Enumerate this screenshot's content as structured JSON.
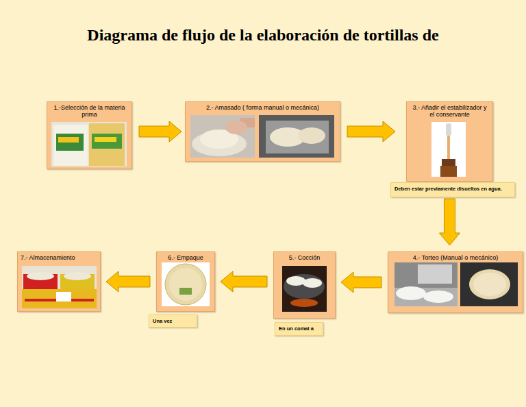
{
  "diagram": {
    "title": "Diagrama de flujo de la elaboración de tortillas de",
    "nodes": [
      {
        "text": [
          "1.-Selección de la materia prima"
        ]
      },
      {
        "text": [
          "2.- Amasado ( forma manual o mecánica)"
        ]
      },
      {
        "text": [
          "3.- Añadir el estabilizador y el conservante"
        ]
      },
      {
        "text": [
          "Deben estar previamente disueltos en agua."
        ]
      },
      {
        "text": [
          "4.- Torteo (Manual o mecánico)"
        ]
      },
      {
        "text": [
          "5.- Cocción"
        ]
      },
      {
        "text": [
          "En un comal a"
        ]
      },
      {
        "text": [
          "6.- Empaque"
        ]
      },
      {
        "text": [
          "Una vez"
        ]
      },
      {
        "text": [
          "7.- Almacenamiento"
        ]
      }
    ],
    "edges": [
      {
        "from": 0,
        "to": 1,
        "arrow": "to"
      },
      {
        "from": 1,
        "to": 2,
        "arrow": "to"
      },
      {
        "from": 2,
        "to": 4,
        "arrow": "to"
      },
      {
        "from": 4,
        "to": 5,
        "arrow": "to"
      },
      {
        "from": 5,
        "to": 7,
        "arrow": "to"
      },
      {
        "from": 7,
        "to": 9,
        "arrow": "to"
      }
    ]
  }
}
